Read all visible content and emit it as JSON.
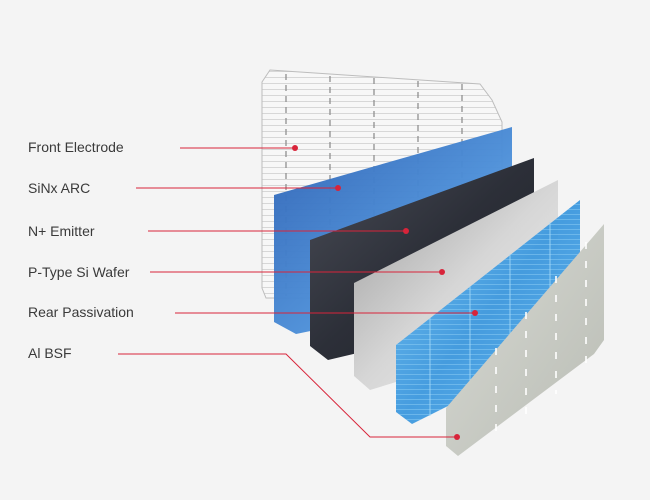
{
  "diagram": {
    "layers": [
      {
        "label": "Front Electrode",
        "color": "#e9e9e9"
      },
      {
        "label": "SiNx ARC",
        "color": "#3e7ccb"
      },
      {
        "label": "N+ Emitter",
        "color": "#3a3d47"
      },
      {
        "label": "P-Type Si Wafer",
        "color": "#c8c8c8"
      },
      {
        "label": "Rear Passivation",
        "color": "#4aa6e6"
      },
      {
        "label": "Al BSF",
        "color": "#c5c8c0"
      }
    ],
    "leader_color": "#d8243a"
  }
}
